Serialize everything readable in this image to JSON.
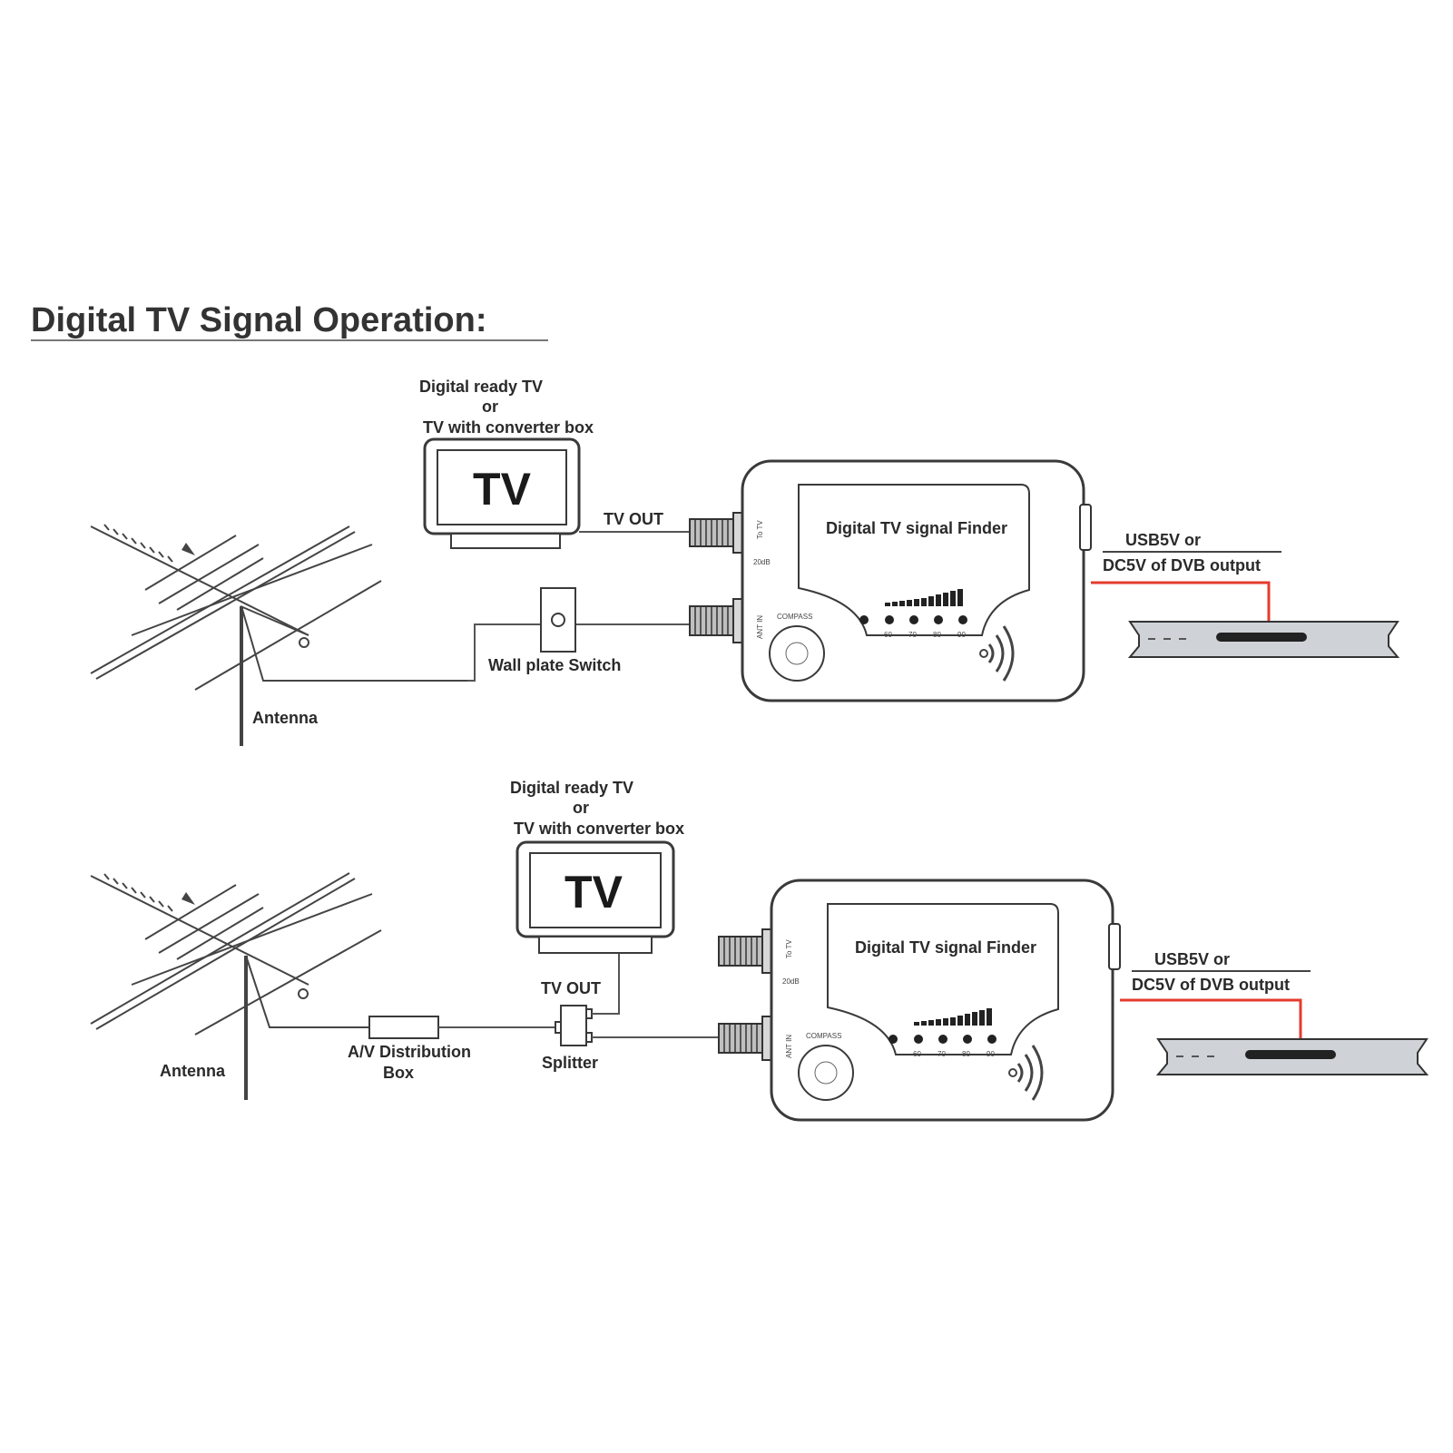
{
  "title": "Digital TV Signal Operation:",
  "colors": {
    "power_cable": "#e53b2c",
    "ink": "#333333"
  },
  "upper": {
    "tv_caption": [
      "Digital ready TV",
      "or",
      "TV with converter box"
    ],
    "tv_label": "TV",
    "tv_out": "TV OUT",
    "finder_label": "Digital TV signal Finder",
    "wall_plate": "Wall plate Switch",
    "antenna": "Antenna",
    "power": [
      "USB5V or",
      "DC5V of DVB output"
    ]
  },
  "lower": {
    "tv_caption": [
      "Digital ready TV",
      "or",
      "TV with converter box"
    ],
    "tv_label": "TV",
    "tv_out": "TV OUT",
    "finder_label": "Digital TV signal Finder",
    "distribution_box": [
      "A/V Distribution",
      "Box"
    ],
    "splitter": "Splitter",
    "antenna": "Antenna",
    "power": [
      "USB5V or",
      "DC5V of DVB output"
    ]
  },
  "finder_panel": {
    "port_top": "To TV",
    "port_bottom": "ANT IN",
    "gain": "20dB",
    "compass": "COMPASS",
    "scale": [
      "60",
      "70",
      "80",
      "90"
    ]
  }
}
